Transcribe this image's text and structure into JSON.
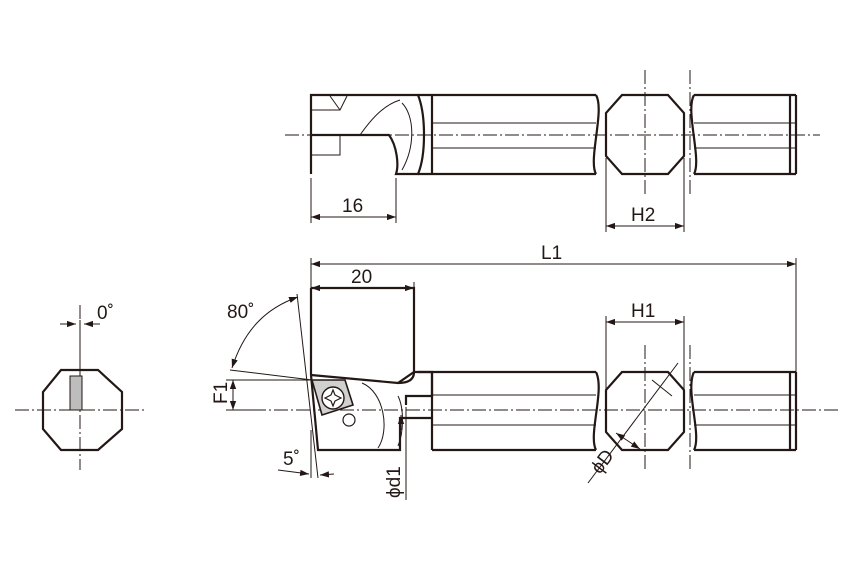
{
  "dimensions": {
    "top_length": "16",
    "h2": "H2",
    "l1": "L1",
    "insert_length": "20",
    "h1": "H1",
    "angle_top": "80˚",
    "f1": "F1",
    "angle_bottom": "5˚",
    "d1": "ϕd1",
    "d": "ϕD",
    "end_angle": "0˚"
  },
  "colors": {
    "line": "#231815",
    "insert_fill": "#bdbdbd",
    "background": "#ffffff"
  }
}
